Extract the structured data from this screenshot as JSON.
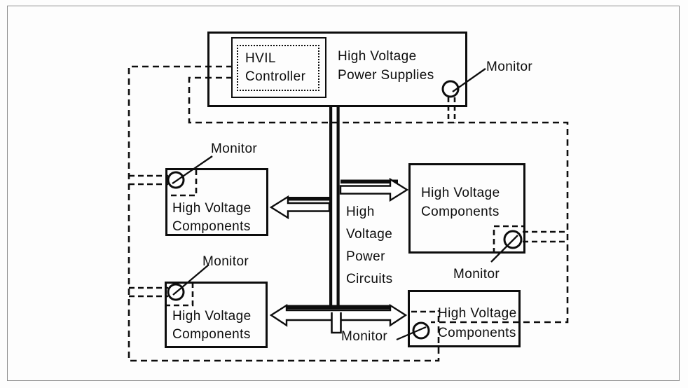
{
  "colors": {
    "ink": "#0d0d0d",
    "background": "#fdfdfd",
    "frame": "#8d8d8d",
    "fill": "#ffffff"
  },
  "labels": {
    "monitor": "Monitor",
    "hvil_controller": [
      "HVIL",
      "Controller"
    ],
    "power_supplies": [
      "High Voltage",
      "Power Supplies"
    ],
    "components": [
      "High Voltage",
      "Components"
    ],
    "power_circuits": [
      "High",
      "Voltage",
      "Power",
      "Circuits"
    ]
  }
}
